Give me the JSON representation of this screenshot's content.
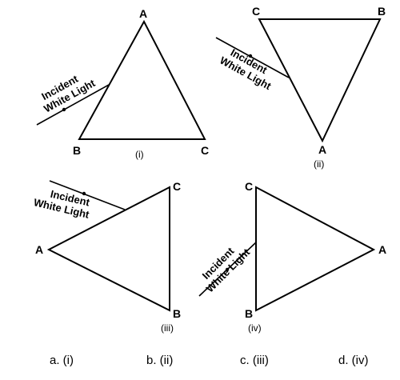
{
  "diagrams": [
    {
      "number_label": "(i)",
      "vertices": {
        "A": "A",
        "B": "B",
        "C": "C"
      },
      "incident_line1": "Incident",
      "incident_line2": "White Light"
    },
    {
      "number_label": "(ii)",
      "vertices": {
        "A": "A",
        "B": "B",
        "C": "C"
      },
      "incident_line1": "Incident",
      "incident_line2": "White Light"
    },
    {
      "number_label": "(iii)",
      "vertices": {
        "A": "A",
        "B": "B",
        "C": "C"
      },
      "incident_line1": "Incident",
      "incident_line2": "White Light"
    },
    {
      "number_label": "(iv)",
      "vertices": {
        "A": "A",
        "B": "B",
        "C": "C"
      },
      "incident_line1": "Incident",
      "incident_line2": "White Light"
    }
  ],
  "options": [
    "a. (i)",
    "b. (ii)",
    "c. (iii)",
    "d. (iv)"
  ]
}
